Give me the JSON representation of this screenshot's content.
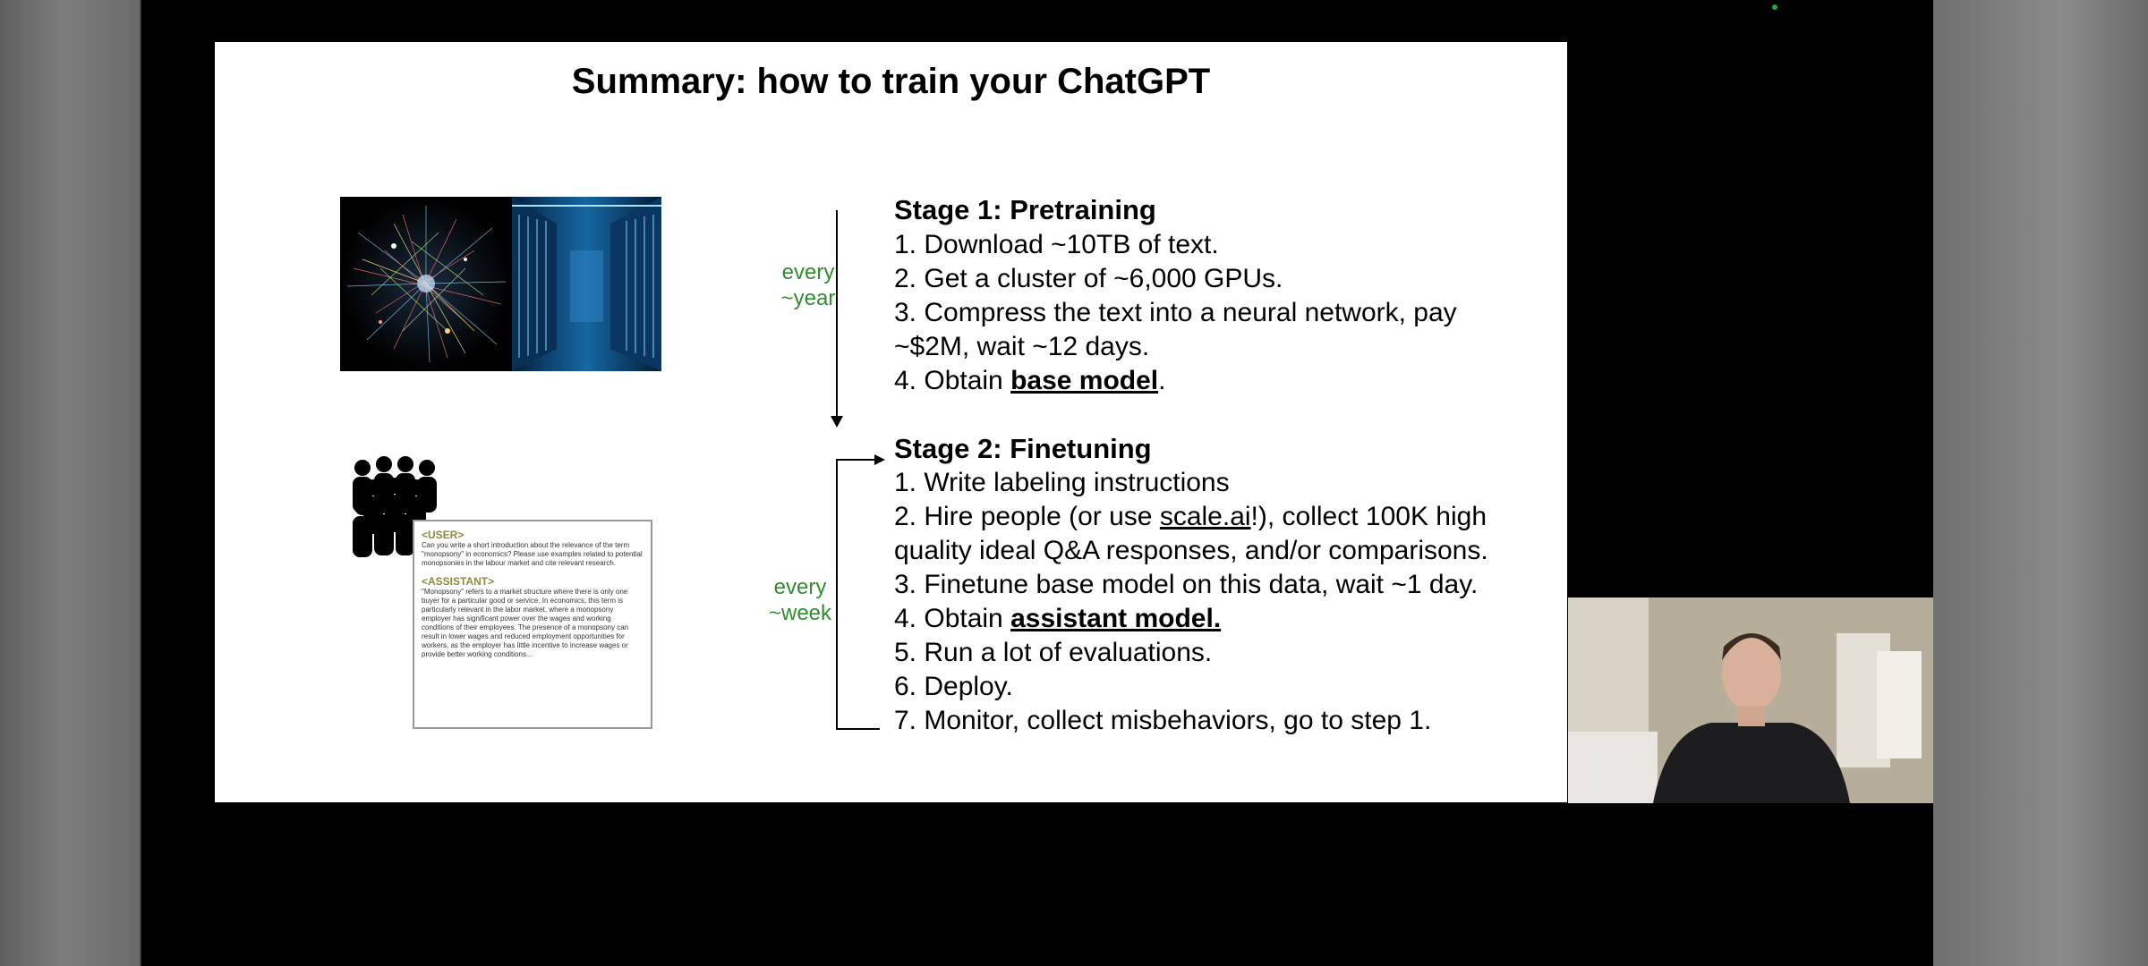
{
  "slide": {
    "title": "Summary: how to train your ChatGPT"
  },
  "stage1": {
    "frequency": [
      "every",
      "~year"
    ],
    "heading": "Stage 1: Pretraining",
    "steps": [
      "1. Download ~10TB of text.",
      "2. Get a cluster of ~6,000 GPUs.",
      "3. Compress the text into a neural network, pay ~$2M, wait ~12 days.",
      {
        "prefix": "4. Obtain ",
        "emphasis": "base model",
        "suffix": "."
      }
    ]
  },
  "stage2": {
    "frequency": [
      "every",
      "~week"
    ],
    "heading": "Stage 2: Finetuning",
    "steps": [
      "1. Write labeling instructions",
      {
        "prefix": "2. Hire people (or use ",
        "link": "scale.ai",
        "suffix": "!), collect 100K high quality ideal Q&A responses, and/or comparisons."
      },
      "3. Finetune base model on this data, wait ~1 day.",
      {
        "prefix": "4. Obtain ",
        "emphasis": "assistant model.",
        "suffix": ""
      },
      "5. Run a lot of evaluations.",
      "6. Deploy.",
      "7. Monitor, collect misbehaviors, go to step 1."
    ]
  },
  "qa_card": {
    "user_tag": "<USER>",
    "user_text": "Can you write a short introduction about the relevance of the term \"monopsony\" in economics? Please use examples related to potential monopsonies in the labour market and cite relevant research.",
    "assistant_tag": "<ASSISTANT>",
    "assistant_text": "\"Monopsony\" refers to a market structure where there is only one buyer for a particular good or service. In economics, this term is particularly relevant in the labor market, where a monopsony employer has significant power over the wages and working conditions of their employees. The presence of a monopsony can result in lower wages and reduced employment opportunities for workers, as the employer has little incentive to increase wages or provide better working conditions..."
  },
  "colors": {
    "frequency_text": "#2f8f2f",
    "card_tags": "#8c8a3f"
  }
}
